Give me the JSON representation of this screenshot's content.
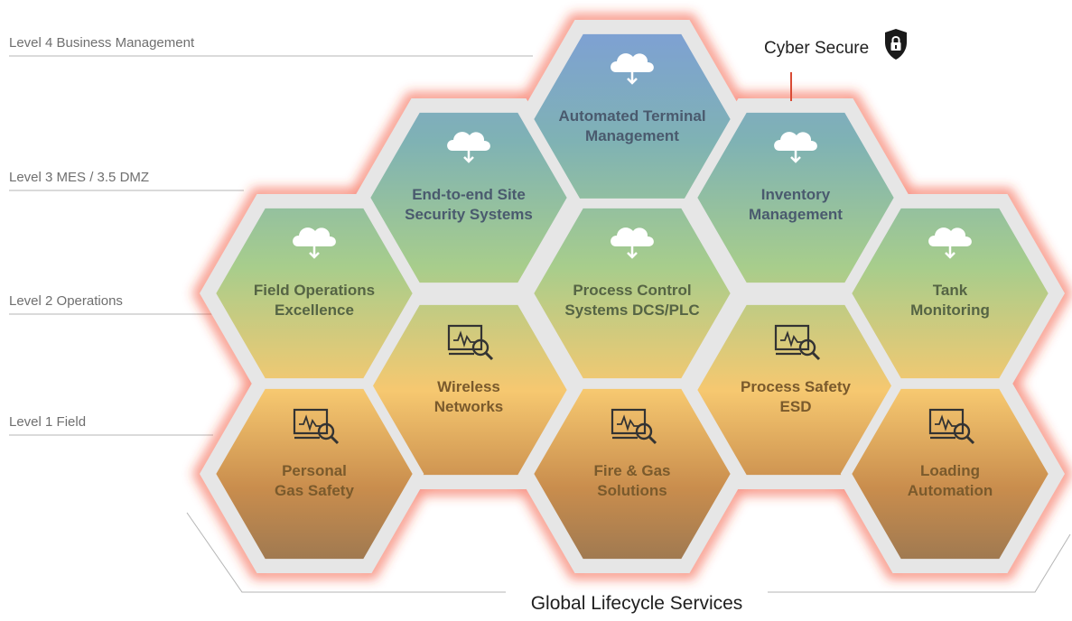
{
  "levels": [
    {
      "label": "Level 4 Business Management"
    },
    {
      "label": "Level 3 MES / 3.5 DMZ"
    },
    {
      "label": "Level 2 Operations"
    },
    {
      "label": "Level 1 Field"
    }
  ],
  "cyber_secure": {
    "label": "Cyber Secure",
    "icon": "lock-shield-icon"
  },
  "footer": {
    "label": "Global Lifecycle Services"
  },
  "hexes": [
    {
      "id": "automated-terminal-management",
      "lines": [
        "Automated Terminal",
        "Management"
      ],
      "icon": "cloud-icon"
    },
    {
      "id": "end-to-end-site-security-systems",
      "lines": [
        "End-to-end Site",
        "Security Systems"
      ],
      "icon": "cloud-icon"
    },
    {
      "id": "inventory-management",
      "lines": [
        "Inventory",
        "Management"
      ],
      "icon": "cloud-icon"
    },
    {
      "id": "field-operations-excellence",
      "lines": [
        "Field Operations",
        "Excellence"
      ],
      "icon": "cloud-icon"
    },
    {
      "id": "process-control-systems",
      "lines": [
        "Process Control",
        "Systems DCS/PLC"
      ],
      "icon": "cloud-icon"
    },
    {
      "id": "tank-monitoring",
      "lines": [
        "Tank",
        "Monitoring"
      ],
      "icon": "cloud-icon"
    },
    {
      "id": "wireless-networks",
      "lines": [
        "Wireless",
        "Networks"
      ],
      "icon": "monitor-search-icon"
    },
    {
      "id": "process-safety-esd",
      "lines": [
        "Process Safety",
        "ESD"
      ],
      "icon": "monitor-search-icon"
    },
    {
      "id": "personal-gas-safety",
      "lines": [
        "Personal",
        "Gas Safety"
      ],
      "icon": "monitor-search-icon"
    },
    {
      "id": "fire-gas-solutions",
      "lines": [
        "Fire & Gas",
        "Solutions"
      ],
      "icon": "monitor-search-icon"
    },
    {
      "id": "loading-automation",
      "lines": [
        "Loading",
        "Automation"
      ],
      "icon": "monitor-search-icon"
    }
  ],
  "colors": {
    "top": "#7e9fd6",
    "upper": "#7fb2b4",
    "middle": "#a7cd8c",
    "lower": "#f6c870",
    "bottom": "#c98d4d",
    "base": "#9d7851",
    "frame": "#e6e6e6",
    "glow": "#f2452c"
  }
}
